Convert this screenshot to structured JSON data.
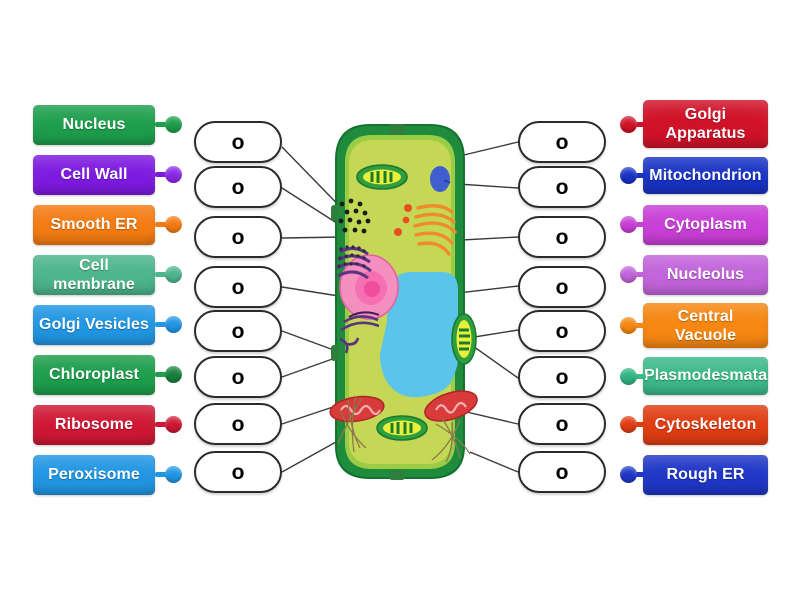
{
  "activity": {
    "type": "labelled-diagram",
    "subject": "Plant cell structure",
    "blank_marker": "o"
  },
  "left_labels": [
    {
      "label": "Nucleus",
      "color": "#1d9e4b",
      "lines": 1
    },
    {
      "label": "Cell Wall",
      "color": "#7d1ae0",
      "lines": 1
    },
    {
      "label": "Smooth ER",
      "color": "#f47b12",
      "lines": 1
    },
    {
      "label": "Cell membrane",
      "color": "#4cb58c",
      "lines": 2
    },
    {
      "label": "Golgi Vesicles",
      "color": "#2196e3",
      "lines": 1
    },
    {
      "label": "Chloroplast",
      "color": "#1d9e4b",
      "lines": 1
    },
    {
      "label": "Ribosome",
      "color": "#cf1734",
      "lines": 1
    },
    {
      "label": "Peroxisome",
      "color": "#2196e3",
      "lines": 1
    }
  ],
  "right_labels": [
    {
      "label": "Golgi Apparatus",
      "color": "#d01228",
      "lines": 2
    },
    {
      "label": "Mitochondrion",
      "color": "#1832c4",
      "lines": 1
    },
    {
      "label": "Cytoplasm",
      "color": "#c83fd6",
      "lines": 1
    },
    {
      "label": "Nucleolus",
      "color": "#c264da",
      "lines": 1
    },
    {
      "label": "Central Vacuole",
      "color": "#f68712",
      "lines": 2
    },
    {
      "label": "Plasmodesmata",
      "color": "#3cb98a",
      "lines": 1
    },
    {
      "label": "Cytoskeleton",
      "color": "#e03c12",
      "lines": 1
    },
    {
      "label": "Rough ER",
      "color": "#1f36c6",
      "lines": 1
    }
  ],
  "left_blanks": [
    "o",
    "o",
    "o",
    "o",
    "o",
    "o",
    "o",
    "o"
  ],
  "right_blanks": [
    "o",
    "o",
    "o",
    "o",
    "o",
    "o",
    "o",
    "o"
  ],
  "diagram": {
    "name": "plant-cell",
    "colors": {
      "cell_wall": "#1f8c3d",
      "cell_wall_inner": "#9acd45",
      "cytoplasm": "#c4d855",
      "vacuole": "#5bc4ea",
      "nucleus": "#f48fc0",
      "nucleolus": "#f25ca8",
      "golgi": "#f08a2a",
      "rough_er": "#6b3f8c",
      "mitochondrion": "#d93a3a",
      "chloroplast": "#2f9e3f",
      "chloroplast_inner": "#e8f03a",
      "peroxisome": "#3f5fd0",
      "vesicle": "#e8511f"
    }
  }
}
